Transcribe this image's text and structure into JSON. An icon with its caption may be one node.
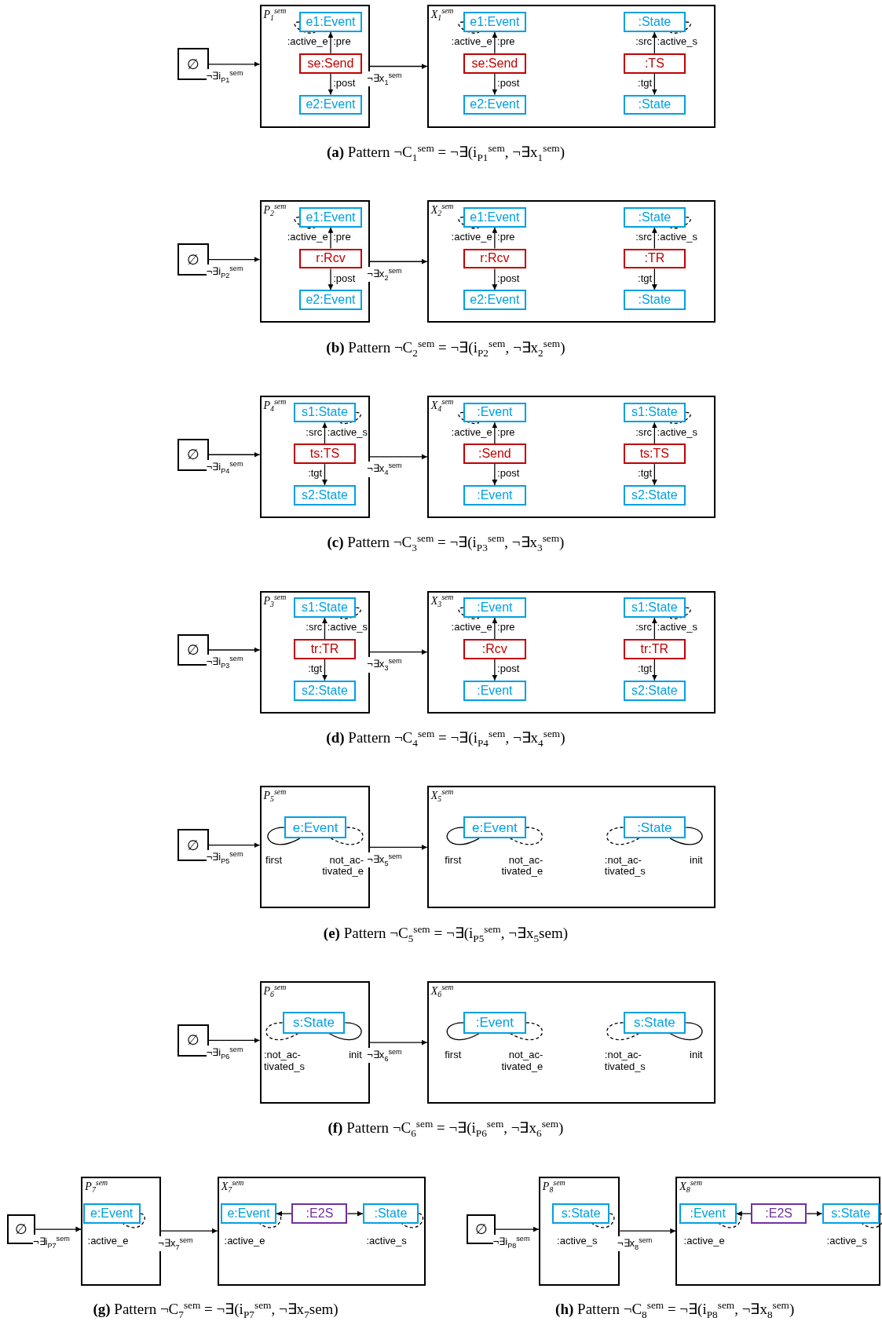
{
  "diagram": {
    "nodes": [
      {
        "text": [
          "∅"
        ]
      },
      {
        "text": [
          "P$_{1}$$^{sem}$"
        ]
      },
      {
        "text": [
          "e1:Event"
        ],
        "in": 1
      },
      {
        "text": [
          "se:Send"
        ],
        "in": 1
      },
      {
        "text": [
          "e2:Event"
        ],
        "in": 1
      },
      {
        "text": [
          "X$_{1}$$^{sem}$"
        ]
      },
      {
        "text": [
          "e1:Event"
        ],
        "in": 5
      },
      {
        "text": [
          "se:Send"
        ],
        "in": 5
      },
      {
        "text": [
          "e2:Event"
        ],
        "in": 5
      },
      {
        "text": [
          ":State"
        ],
        "in": 5
      },
      {
        "text": [
          ":TS"
        ],
        "in": 5
      },
      {
        "text": [
          ":State"
        ],
        "in": 5
      },
      {
        "text": [
          "∅"
        ]
      },
      {
        "text": [
          "P$_{2}$$^{sem}$"
        ]
      },
      {
        "text": [
          "e1:Event"
        ],
        "in": 13
      },
      {
        "text": [
          "r:Rcv"
        ],
        "in": 13
      },
      {
        "text": [
          "e2:Event"
        ],
        "in": 13
      },
      {
        "text": [
          "X$_{2}$$^{sem}$"
        ]
      },
      {
        "text": [
          "e1:Event"
        ],
        "in": 17
      },
      {
        "text": [
          "r:Rcv"
        ],
        "in": 17
      },
      {
        "text": [
          "e2:Event"
        ],
        "in": 17
      },
      {
        "text": [
          ":State"
        ],
        "in": 17
      },
      {
        "text": [
          ":TR"
        ],
        "in": 17
      },
      {
        "text": [
          ":State"
        ],
        "in": 17
      },
      {
        "text": [
          "∅"
        ]
      },
      {
        "text": [
          "P$_{4}$$^{sem}$"
        ]
      },
      {
        "text": [
          "s1:State"
        ],
        "in": 25
      },
      {
        "text": [
          "ts:TS"
        ],
        "in": 25
      },
      {
        "text": [
          "s2:State"
        ],
        "in": 25
      },
      {
        "text": [
          "X$_{4}$$^{sem}$"
        ]
      },
      {
        "text": [
          ":Event"
        ],
        "in": 29
      },
      {
        "text": [
          ":Send"
        ],
        "in": 29
      },
      {
        "text": [
          ":Event"
        ],
        "in": 29
      },
      {
        "text": [
          "s1:State"
        ],
        "in": 29
      },
      {
        "text": [
          "ts:TS"
        ],
        "in": 29
      },
      {
        "text": [
          "s2:State"
        ],
        "in": 29
      },
      {
        "text": [
          "∅"
        ]
      },
      {
        "text": [
          "P$_{3}$$^{sem}$"
        ]
      },
      {
        "text": [
          "s1:State"
        ],
        "in": 37
      },
      {
        "text": [
          "tr:TR"
        ],
        "in": 37
      },
      {
        "text": [
          "s2:State"
        ],
        "in": 37
      },
      {
        "text": [
          "X$_{3}$$^{sem}$"
        ]
      },
      {
        "text": [
          ":Event"
        ],
        "in": 41
      },
      {
        "text": [
          ":Rcv"
        ],
        "in": 41
      },
      {
        "text": [
          ":Event"
        ],
        "in": 41
      },
      {
        "text": [
          "s1:State"
        ],
        "in": 41
      },
      {
        "text": [
          "tr:TR"
        ],
        "in": 41
      },
      {
        "text": [
          "s2:State"
        ],
        "in": 41
      },
      {
        "text": [
          "∅"
        ]
      },
      {
        "text": [
          "P$_{5}$$^{sem}$"
        ]
      },
      {
        "text": [
          "e:Event"
        ],
        "in": 49
      },
      {
        "text": [
          "X$_{5}$$^{sem}$"
        ]
      },
      {
        "text": [
          "e:Event"
        ],
        "in": 51
      },
      {
        "text": [
          ":State"
        ],
        "in": 51
      },
      {
        "text": [
          "∅"
        ]
      },
      {
        "text": [
          "P$_{6}$$^{sem}$"
        ]
      },
      {
        "text": [
          "s:State"
        ],
        "in": 55
      },
      {
        "text": [
          "X$_{6}$$^{sem}$"
        ]
      },
      {
        "text": [
          ":Event"
        ],
        "in": 57
      },
      {
        "text": [
          "s:State"
        ],
        "in": 57
      },
      {
        "text": [
          "∅"
        ]
      },
      {
        "text": [
          "P$_{7}$$^{sem}$"
        ]
      },
      {
        "text": [
          "e:Event"
        ],
        "in": 61
      },
      {
        "text": [
          "X$_{7}$$^{sem}$"
        ]
      },
      {
        "text": [
          "e:Event"
        ],
        "in": 63
      },
      {
        "text": [
          ":E2S"
        ],
        "in": 63
      },
      {
        "text": [
          ":State"
        ],
        "in": 63
      },
      {
        "text": [
          "∅"
        ]
      },
      {
        "text": [
          "P$_{8}$$^{sem}$"
        ]
      },
      {
        "text": [
          "s:State"
        ],
        "in": 68
      },
      {
        "text": [
          "X$_{8}$$^{sem}$"
        ]
      },
      {
        "text": [
          ":Event"
        ],
        "in": 70
      },
      {
        "text": [
          ":E2S"
        ],
        "in": 70
      },
      {
        "text": [
          "s:State"
        ],
        "in": 70
      }
    ],
    "edges": [
      {
        "from": 0,
        "to": 1,
        "arrow": "to",
        "label": "¬∃i$_{P1}$$^{sem}$"
      },
      {
        "from": 1,
        "to": 5,
        "arrow": "to",
        "label": "¬∃x$_{1}$$^{sem}$"
      },
      {
        "from": 2,
        "to": 2,
        "arrow": "none",
        "style": "dashed",
        "label": ":active_e"
      },
      {
        "from": 3,
        "to": 2,
        "arrow": "to",
        "label": ":pre"
      },
      {
        "from": 3,
        "to": 4,
        "arrow": "to",
        "label": ":post"
      },
      {
        "from": 6,
        "to": 6,
        "arrow": "none",
        "style": "dashed",
        "label": ":active_e"
      },
      {
        "from": 7,
        "to": 6,
        "arrow": "to",
        "label": ":pre"
      },
      {
        "from": 7,
        "to": 8,
        "arrow": "to",
        "label": ":post"
      },
      {
        "from": 9,
        "to": 9,
        "arrow": "none",
        "style": "dashed",
        "label": ":active_s"
      },
      {
        "from": 10,
        "to": 9,
        "arrow": "to",
        "label": ":src"
      },
      {
        "from": 10,
        "to": 11,
        "arrow": "to",
        "label": ":tgt"
      },
      {
        "from": 12,
        "to": 13,
        "arrow": "to",
        "label": "¬∃i$_{P2}$$^{sem}$"
      },
      {
        "from": 13,
        "to": 17,
        "arrow": "to",
        "label": "¬∃x$_{2}$$^{sem}$"
      },
      {
        "from": 14,
        "to": 14,
        "arrow": "none",
        "style": "dashed",
        "label": ":active_e"
      },
      {
        "from": 15,
        "to": 14,
        "arrow": "to",
        "label": ":pre"
      },
      {
        "from": 15,
        "to": 16,
        "arrow": "to",
        "label": ":post"
      },
      {
        "from": 18,
        "to": 18,
        "arrow": "none",
        "style": "dashed",
        "label": ":active_e"
      },
      {
        "from": 19,
        "to": 18,
        "arrow": "to",
        "label": ":pre"
      },
      {
        "from": 19,
        "to": 20,
        "arrow": "to",
        "label": ":post"
      },
      {
        "from": 21,
        "to": 21,
        "arrow": "none",
        "style": "dashed",
        "label": ":active_s"
      },
      {
        "from": 22,
        "to": 21,
        "arrow": "to",
        "label": ":src"
      },
      {
        "from": 22,
        "to": 23,
        "arrow": "to",
        "label": ":tgt"
      },
      {
        "from": 24,
        "to": 25,
        "arrow": "to",
        "label": "¬∃i$_{P4}$$^{sem}$"
      },
      {
        "from": 25,
        "to": 29,
        "arrow": "to",
        "label": "¬∃x$_{4}$$^{sem}$"
      },
      {
        "from": 26,
        "to": 26,
        "arrow": "none",
        "style": "dashed",
        "label": ":active_s"
      },
      {
        "from": 27,
        "to": 26,
        "arrow": "to",
        "label": ":src"
      },
      {
        "from": 27,
        "to": 28,
        "arrow": "to",
        "label": ":tgt"
      },
      {
        "from": 30,
        "to": 30,
        "arrow": "none",
        "style": "dashed",
        "label": ":active_e"
      },
      {
        "from": 31,
        "to": 30,
        "arrow": "to",
        "label": ":pre"
      },
      {
        "from": 31,
        "to": 32,
        "arrow": "to",
        "label": ":post"
      },
      {
        "from": 33,
        "to": 33,
        "arrow": "none",
        "style": "dashed",
        "label": ":active_s"
      },
      {
        "from": 34,
        "to": 33,
        "arrow": "to",
        "label": ":src"
      },
      {
        "from": 34,
        "to": 35,
        "arrow": "to",
        "label": ":tgt"
      },
      {
        "from": 36,
        "to": 37,
        "arrow": "to",
        "label": "¬∃i$_{P3}$$^{sem}$"
      },
      {
        "from": 37,
        "to": 41,
        "arrow": "to",
        "label": "¬∃x$_{3}$$^{sem}$"
      },
      {
        "from": 38,
        "to": 38,
        "arrow": "none",
        "style": "dashed",
        "label": ":active_s"
      },
      {
        "from": 39,
        "to": 38,
        "arrow": "to",
        "label": ":src"
      },
      {
        "from": 39,
        "to": 40,
        "arrow": "to",
        "label": ":tgt"
      },
      {
        "from": 42,
        "to": 42,
        "arrow": "none",
        "style": "dashed",
        "label": ":active_e"
      },
      {
        "from": 43,
        "to": 42,
        "arrow": "to",
        "label": ":pre"
      },
      {
        "from": 43,
        "to": 44,
        "arrow": "to",
        "label": ":post"
      },
      {
        "from": 45,
        "to": 45,
        "arrow": "none",
        "style": "dashed",
        "label": ":active_s"
      },
      {
        "from": 46,
        "to": 45,
        "arrow": "to",
        "label": ":src"
      },
      {
        "from": 46,
        "to": 47,
        "arrow": "to",
        "label": ":tgt"
      },
      {
        "from": 48,
        "to": 49,
        "arrow": "to",
        "label": "¬∃i$_{P5}$$^{sem}$"
      },
      {
        "from": 49,
        "to": 51,
        "arrow": "to",
        "label": "¬∃x$_{5}$$^{sem}$"
      },
      {
        "from": 50,
        "to": 50,
        "arrow": "none",
        "label": "first"
      },
      {
        "from": 50,
        "to": 50,
        "arrow": "none",
        "style": "dashed",
        "label": "not_ac- tivated_e"
      },
      {
        "from": 52,
        "to": 52,
        "arrow": "none",
        "label": "first"
      },
      {
        "from": 52,
        "to": 52,
        "arrow": "none",
        "style": "dashed",
        "label": "not_ac- tivated_e"
      },
      {
        "from": 53,
        "to": 53,
        "arrow": "none",
        "style": "dashed",
        "label": ":not_ac- tivated_s"
      },
      {
        "from": 53,
        "to": 53,
        "arrow": "none",
        "label": "init"
      },
      {
        "from": 54,
        "to": 55,
        "arrow": "to",
        "label": "¬∃i$_{P6}$$^{sem}$"
      },
      {
        "from": 55,
        "to": 57,
        "arrow": "to",
        "label": "¬∃x$_{6}$$^{sem}$"
      },
      {
        "from": 56,
        "to": 56,
        "arrow": "none",
        "style": "dashed",
        "label": ":not_ac- tivated_s"
      },
      {
        "from": 56,
        "to": 56,
        "arrow": "none",
        "label": "init"
      },
      {
        "from": 58,
        "to": 58,
        "arrow": "none",
        "label": "first"
      },
      {
        "from": 58,
        "to": 58,
        "arrow": "none",
        "style": "dashed",
        "label": "not_ac- tivated_e"
      },
      {
        "from": 59,
        "to": 59,
        "arrow": "none",
        "style": "dashed",
        "label": ":not_ac- tivated_s"
      },
      {
        "from": 59,
        "to": 59,
        "arrow": "none",
        "label": "init"
      },
      {
        "from": 60,
        "to": 61,
        "arrow": "to",
        "label": "¬∃i$_{P7}$$^{sem}$"
      },
      {
        "from": 61,
        "to": 63,
        "arrow": "to",
        "label": "¬∃x$_{7}$$^{sem}$"
      },
      {
        "from": 62,
        "to": 62,
        "arrow": "none",
        "style": "dashed",
        "label": ":active_e"
      },
      {
        "from": 65,
        "to": 64,
        "arrow": "to"
      },
      {
        "from": 65,
        "to": 66,
        "arrow": "to"
      },
      {
        "from": 64,
        "to": 64,
        "arrow": "none",
        "style": "dashed",
        "label": ":active_e"
      },
      {
        "from": 66,
        "to": 66,
        "arrow": "none",
        "style": "dashed",
        "label": ":active_s"
      },
      {
        "from": 67,
        "to": 68,
        "arrow": "to",
        "label": "¬∃i$_{P8}$$^{sem}$"
      },
      {
        "from": 68,
        "to": 70,
        "arrow": "to",
        "label": "¬∃x$_{8}$$^{sem}$"
      },
      {
        "from": 69,
        "to": 69,
        "arrow": "none",
        "style": "dashed",
        "label": ":active_s"
      },
      {
        "from": 72,
        "to": 71,
        "arrow": "to"
      },
      {
        "from": 72,
        "to": 73,
        "arrow": "to"
      },
      {
        "from": 71,
        "to": 71,
        "arrow": "none",
        "style": "dashed",
        "label": ":active_e"
      },
      {
        "from": 73,
        "to": 73,
        "arrow": "none",
        "style": "dashed",
        "label": ":active_s"
      }
    ],
    "labels": [
      "**(a)** Pattern ¬C$_{1}$$^{sem}$ = ¬∃(i$_{P1}$$^{sem}$, ¬∃x$_{1}$$^{sem}$)",
      "**(b)** Pattern ¬C$_{2}$$^{sem}$ = ¬∃(i$_{P2}$$^{sem}$, ¬∃x$_{2}$$^{sem}$)",
      "**(c)** Pattern ¬C$_{3}$$^{sem}$ = ¬∃(i$_{P3}$$^{sem}$, ¬∃x$_{3}$$^{sem}$)",
      "**(d)** Pattern ¬C$_{4}$$^{sem}$ = ¬∃(i$_{P4}$$^{sem}$, ¬∃x$_{4}$$^{sem}$)",
      "**(e)** Pattern ¬C$_{5}$$^{sem}$ = ¬∃(i$_{P5}$$^{sem}$, ¬∃x$_{5}$sem)",
      "**(f)** Pattern ¬C$_{6}$$^{sem}$ = ¬∃(i$_{P6}$$^{sem}$, ¬∃x$_{6}$$^{sem}$)",
      "**(g)** Pattern ¬C$_{7}$$^{sem}$ = ¬∃(i$_{P7}$$^{sem}$, ¬∃x$_{7}$sem)",
      "**(h)** Pattern ¬C$_{8}$$^{sem}$ = ¬∃(i$_{P8}$$^{sem}$, ¬∃x$_{8}$$^{sem}$)"
    ]
  }
}
